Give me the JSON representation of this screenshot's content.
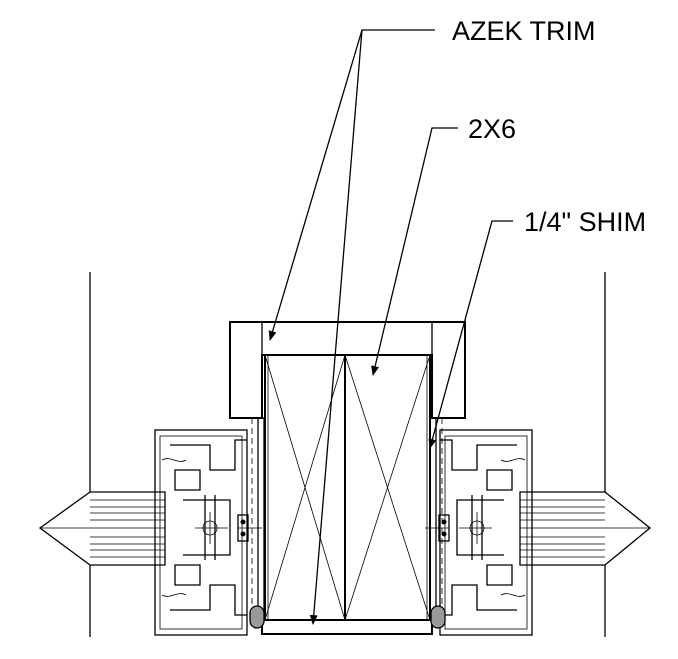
{
  "callouts": {
    "azek": {
      "label": "AZEK TRIM"
    },
    "stud": {
      "label": "2X6"
    },
    "shim": {
      "label": "1/4\" SHIM"
    }
  },
  "colors": {
    "line": "#000000",
    "background": "#ffffff",
    "gasket": "#9a9a9a"
  }
}
